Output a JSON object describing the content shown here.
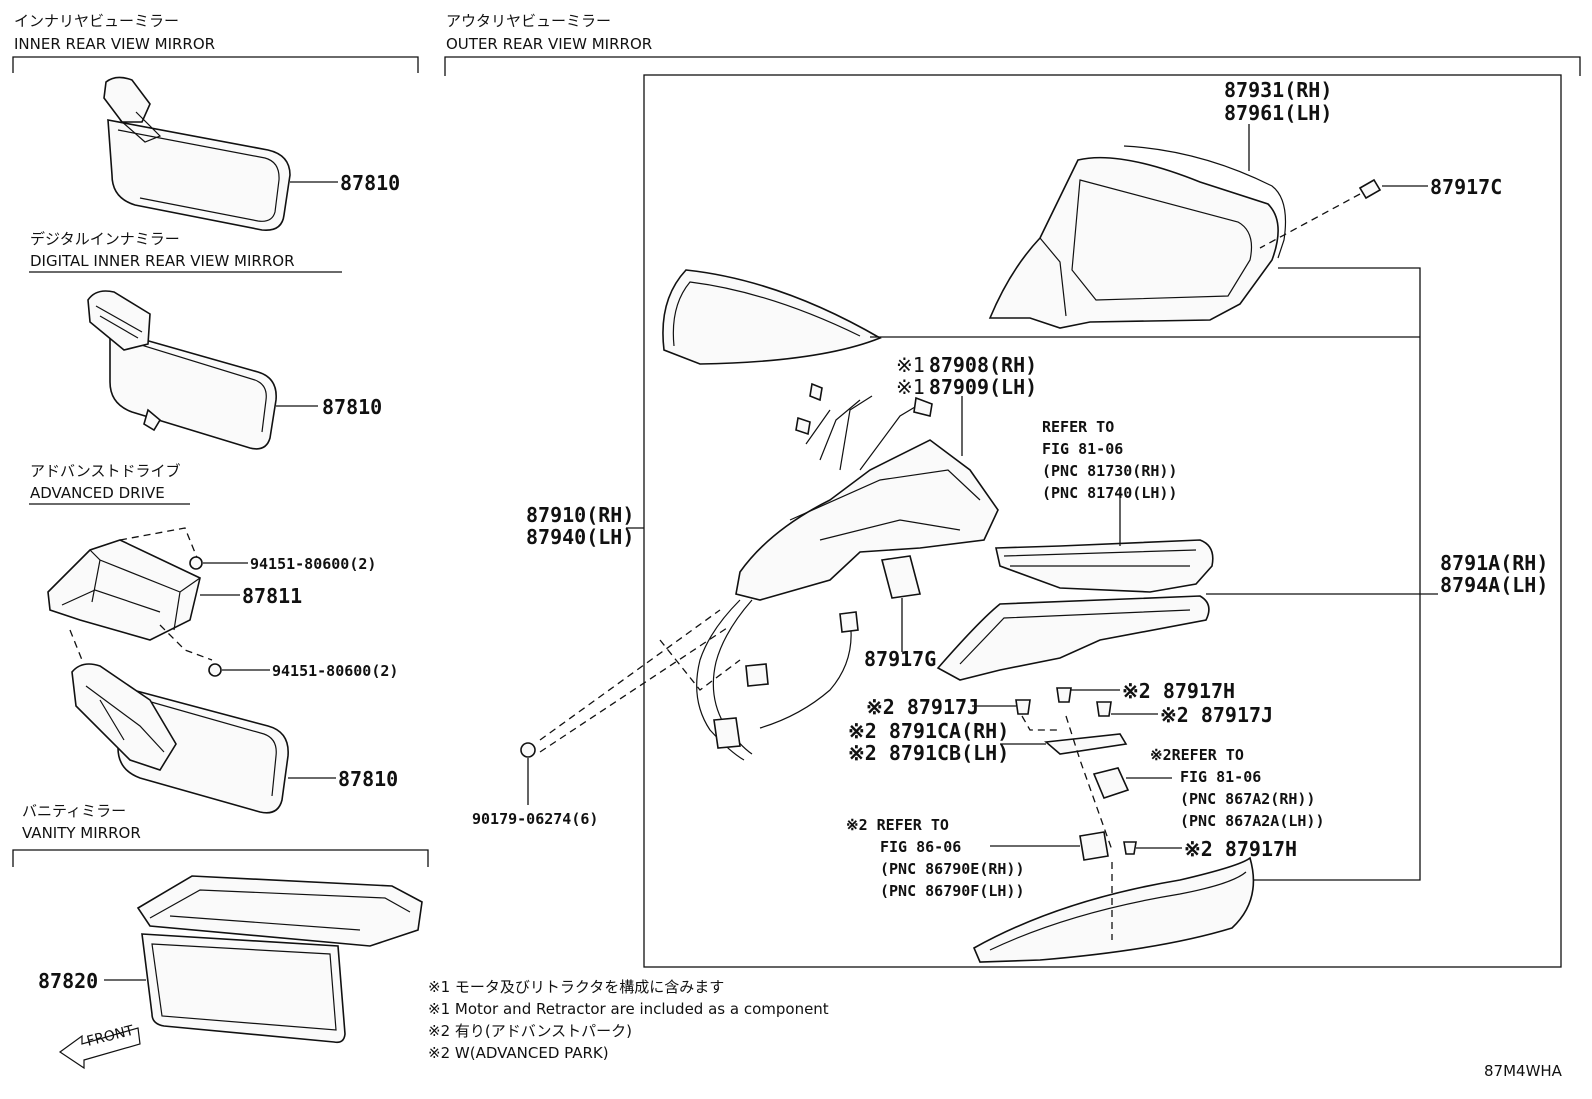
{
  "sections": {
    "inner": {
      "jp": "インナリヤビューミラー",
      "en": "INNER REAR VIEW MIRROR"
    },
    "digital": {
      "jp": "デジタルインナミラー",
      "en": "DIGITAL INNER REAR VIEW MIRROR"
    },
    "advanced": {
      "jp": "アドバンストドライブ",
      "en": "ADVANCED DRIVE"
    },
    "vanity": {
      "jp": "バニティミラー",
      "en": "VANITY MIRROR"
    },
    "outer": {
      "jp": "アウタリヤビューミラー",
      "en": "OUTER REAR VIEW MIRROR"
    }
  },
  "parts": {
    "p87810a": "87810",
    "p87810b": "87810",
    "p87810c": "87810",
    "p87811": "87811",
    "nut1": "94151-80600(2)",
    "nut2": "94151-80600(2)",
    "p87820": "87820",
    "front": "FRONT",
    "cover1": "87931(RH)",
    "cover2": "87961(LH)",
    "p87917C": "87917C",
    "motor_mark1": "※1",
    "motor1": "87908(RH)",
    "motor_mark2": "※1",
    "motor2": "87909(LH)",
    "refer_a1": "REFER TO",
    "refer_a2": "FIG 81-06",
    "refer_a3": "(PNC 81730(RH))",
    "refer_a4": "(PNC 81740(LH))",
    "assy1": "87910(RH)",
    "assy2": "87940(LH)",
    "p8791A1": "8791A(RH)",
    "p8794A": "8794A(LH)",
    "p87917G": "87917G",
    "p87917H_top": "※2 87917H",
    "p87917J_left": "※2 87917J",
    "p87917J_right": "※2 87917J",
    "bracket1": "※2 8791CA(RH)",
    "bracket2": "※2 8791CB(LH)",
    "refer_b1": "※2REFER TO",
    "refer_b2": "FIG 81-06",
    "refer_b3": "(PNC 867A2(RH))",
    "refer_b4": "(PNC 867A2A(LH))",
    "refer_c1": "※2 REFER TO",
    "refer_c2": "FIG 86-06",
    "refer_c3": "(PNC 86790E(RH))",
    "refer_c4": "(PNC 86790F(LH))",
    "p87917H_bottom": "※2 87917H",
    "clip": "90179-06274(6)"
  },
  "notes": [
    "※1 モータ及びリトラクタを構成に含みます",
    "※1 Motor and Retractor are included as a component",
    "※2 有り(アドバンストパーク)",
    "※2 W(ADVANCED PARK)"
  ],
  "figure_code": "87M4WHA"
}
